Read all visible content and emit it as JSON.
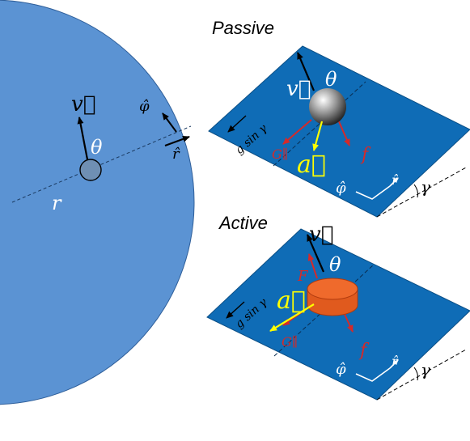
{
  "colors": {
    "disk_fill": "#5b93d3",
    "disk_stroke": "#2f5f9a",
    "plane_fill": "#0f6cb6",
    "plane_stroke": "#0b4f86",
    "white_text": "#ffffff",
    "yellow": "#ffff00",
    "red": "#d42a2a",
    "black": "#000000",
    "puck_fill": "#e05a1e",
    "puck_top": "#ef6a2c",
    "ball_light": "#ffffff",
    "ball_dark": "#1a1a1a"
  },
  "disk": {
    "velocity_label": "v⃗",
    "theta_label": "θ",
    "phi_hat_label": "φ̂",
    "r_hat_label": "r̂",
    "radius_label": "r"
  },
  "passive": {
    "title": "Passive",
    "velocity_label": "v⃗",
    "theta_label": "θ",
    "gravity_label": "g sin γ",
    "accel_label": "a⃗",
    "g_parallel_label": "G∥",
    "friction_label": "f",
    "phi_hat_label": "φ̂",
    "r_hat_label": "r̂",
    "gamma_label": "γ"
  },
  "active": {
    "title": "Active",
    "velocity_label": "v⃗",
    "theta_label": "θ",
    "force_label": "F",
    "gravity_label": "g sin γ",
    "accel_label": "a⃗",
    "g_parallel_label": "G∥",
    "friction_label": "f",
    "phi_hat_label": "φ̂",
    "r_hat_label": "r̂",
    "gamma_label": "γ"
  }
}
